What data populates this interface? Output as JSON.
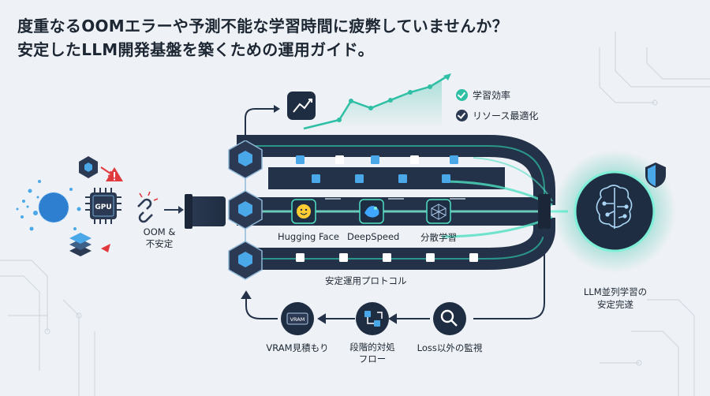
{
  "headline": {
    "line1": "度重なるOOMエラーや予測不能な学習時間に疲弊していませんか？",
    "line2": "安定したLLM開発基盤を築くための運用ガイド。"
  },
  "problem": {
    "chip_label": "GPU",
    "caption_line1": "OOM &",
    "caption_line2": "不安定"
  },
  "benefits": [
    {
      "label": "学習効率",
      "color": "#2fbfa5"
    },
    {
      "label": "リソース最適化",
      "color": "#2b3a52"
    }
  ],
  "tools": [
    {
      "label": "Hugging Face",
      "icon": "hugging-face-icon"
    },
    {
      "label": "DeepSpeed",
      "icon": "deepspeed-icon"
    },
    {
      "label": "分散学習",
      "icon": "distributed-network-icon"
    }
  ],
  "protocol_label": "安定運用プロトコル",
  "outcome": {
    "line1": "LLM並列学習の",
    "line2": "安定完遂"
  },
  "loop": [
    {
      "label": "VRAM見積もり",
      "icon": "vram-icon"
    },
    {
      "label_line1": "段階的対処",
      "label_line2": "フロー",
      "icon": "flow-steps-icon"
    },
    {
      "label": "Loss以外の監視",
      "icon": "magnifier-icon"
    }
  ],
  "vram_chip_text": "VRAM",
  "colors": {
    "navy": "#233248",
    "teal": "#2fbfa5",
    "cube": "#4aa8e8",
    "alert": "#e0393e"
  }
}
